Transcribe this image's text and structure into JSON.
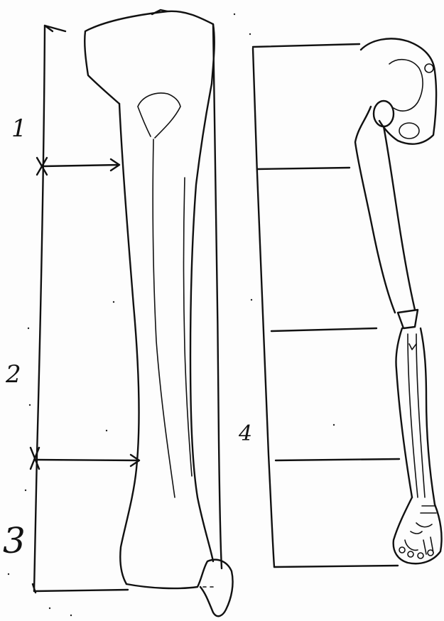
{
  "diagram": {
    "labels": {
      "segment_1": "1",
      "segment_2": "2",
      "segment_3": "3",
      "segment_4": "4"
    },
    "colors": {
      "ink": "#111111",
      "paper": "#fdfdfd"
    }
  }
}
